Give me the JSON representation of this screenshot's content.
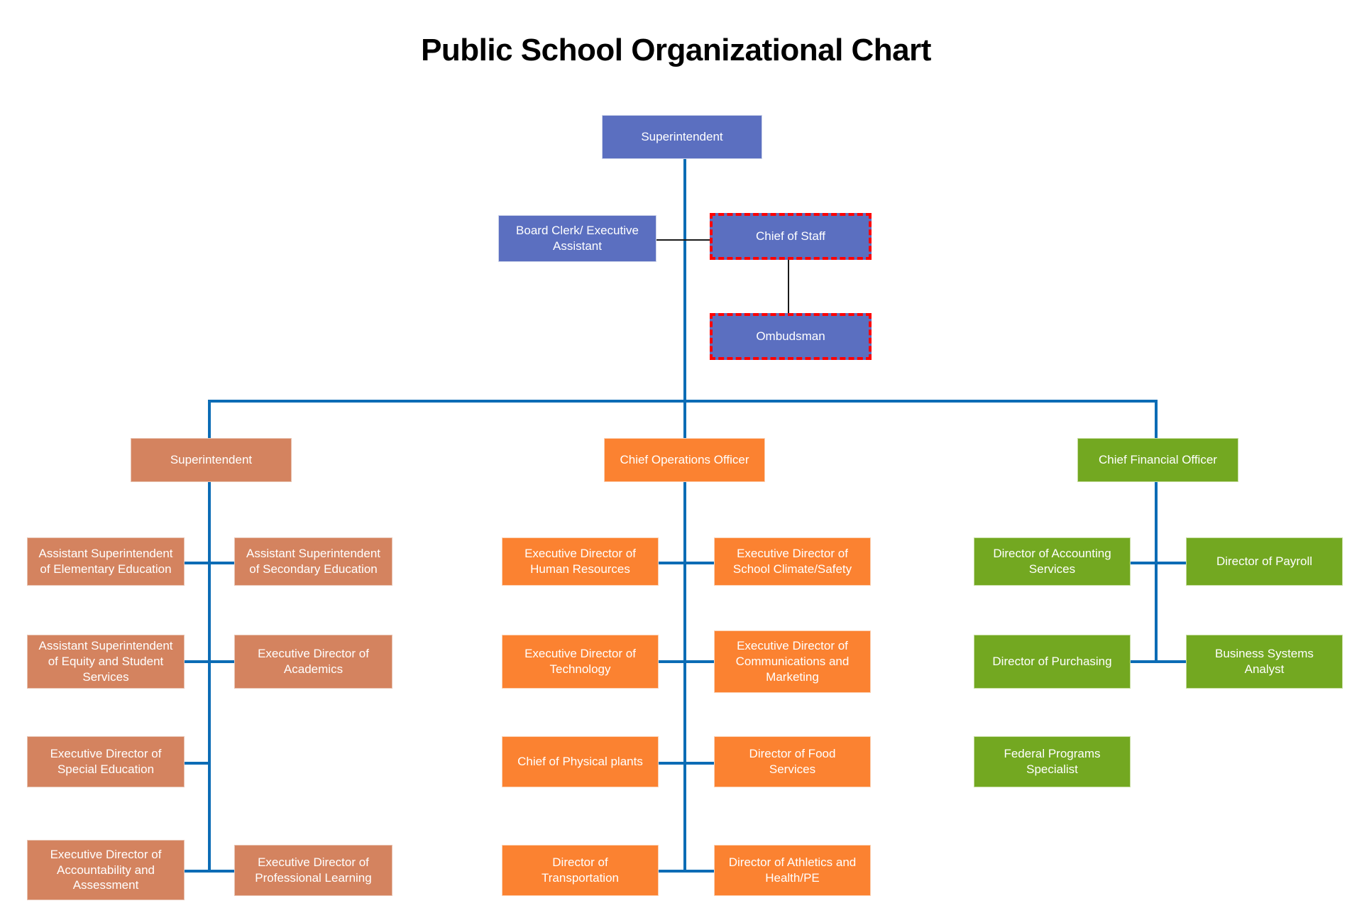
{
  "page": {
    "title": "Public School Organizational Chart",
    "background": "#ffffff"
  },
  "colors": {
    "blue": "#5b6fc0",
    "salmon": "#d4835f",
    "orange": "#fb8231",
    "green": "#73a821",
    "connector": "#0c6cb5",
    "connector_thin": "#1a1a1a",
    "highlight_dashed": "#ff0000",
    "node_text": "#ffffff",
    "title_text": "#000000"
  },
  "chart_data": {
    "type": "diagram",
    "title": "Public School Organizational Chart",
    "nodes": [
      {
        "id": "superintendent-top",
        "label": "Superintendent",
        "color": "blue",
        "flagged": false
      },
      {
        "id": "board-clerk",
        "label": "Board Clerk/ Executive\nAssistant",
        "color": "blue",
        "flagged": false
      },
      {
        "id": "chief-of-staff",
        "label": "Chief of Staff",
        "color": "blue",
        "flagged": true
      },
      {
        "id": "ombudsman",
        "label": "Ombudsman",
        "color": "blue",
        "flagged": true
      },
      {
        "id": "superintendent-branch",
        "label": "Superintendent",
        "color": "salmon",
        "flagged": false
      },
      {
        "id": "chief-operations-officer",
        "label": "Chief Operations Officer",
        "color": "orange",
        "flagged": false
      },
      {
        "id": "chief-financial-officer",
        "label": "Chief Financial Officer",
        "color": "green",
        "flagged": false
      },
      {
        "id": "asst-supt-elementary",
        "label": "Assistant Superintendent\nof Elementary Education",
        "color": "salmon",
        "flagged": false
      },
      {
        "id": "asst-supt-secondary",
        "label": "Assistant Superintendent\nof Secondary Education",
        "color": "salmon",
        "flagged": false
      },
      {
        "id": "asst-supt-equity",
        "label": "Assistant Superintendent\nof Equity and Student\nServices",
        "color": "salmon",
        "flagged": false
      },
      {
        "id": "exec-dir-academics",
        "label": "Executive Director of\nAcademics",
        "color": "salmon",
        "flagged": false
      },
      {
        "id": "exec-dir-special-education",
        "label": "Executive Director of\nSpecial Education",
        "color": "salmon",
        "flagged": false
      },
      {
        "id": "exec-dir-accountability",
        "label": "Executive Director of\nAccountability  and\nAssessment",
        "color": "salmon",
        "flagged": false
      },
      {
        "id": "exec-dir-professional-learning",
        "label": "Executive Director of\nProfessional Learning",
        "color": "salmon",
        "flagged": false
      },
      {
        "id": "exec-dir-human-resources",
        "label": "Executive Director of\nHuman Resources",
        "color": "orange",
        "flagged": false
      },
      {
        "id": "exec-dir-school-climate",
        "label": "Executive Director of\nSchool Climate/Safety",
        "color": "orange",
        "flagged": false
      },
      {
        "id": "exec-dir-technology",
        "label": "Executive Director of\nTechnology",
        "color": "orange",
        "flagged": false
      },
      {
        "id": "exec-dir-communications",
        "label": "Executive Director of\nCommunications and\nMarketing",
        "color": "orange",
        "flagged": false
      },
      {
        "id": "chief-physical-plants",
        "label": "Chief  of Physical plants",
        "color": "orange",
        "flagged": false
      },
      {
        "id": "director-food-services",
        "label": "Director of Food\nServices",
        "color": "orange",
        "flagged": false
      },
      {
        "id": "director-transportation",
        "label": "Director of\nTransportation",
        "color": "orange",
        "flagged": false
      },
      {
        "id": "director-athletics",
        "label": "Director of Athletics and\nHealth/PE",
        "color": "orange",
        "flagged": false
      },
      {
        "id": "director-accounting",
        "label": "Director of Accounting\nServices",
        "color": "green",
        "flagged": false
      },
      {
        "id": "director-payroll",
        "label": "Director of Payroll",
        "color": "green",
        "flagged": false
      },
      {
        "id": "director-purchasing",
        "label": "Director of Purchasing",
        "color": "green",
        "flagged": false
      },
      {
        "id": "business-systems-analyst",
        "label": "Business Systems\nAnalyst",
        "color": "green",
        "flagged": false
      },
      {
        "id": "federal-programs-specialist",
        "label": "Federal Programs\nSpecialist",
        "color": "green",
        "flagged": false
      }
    ],
    "edges": [
      {
        "from": "superintendent-top",
        "to": "chief-of-staff"
      },
      {
        "from": "board-clerk",
        "to": "chief-of-staff"
      },
      {
        "from": "chief-of-staff",
        "to": "ombudsman"
      },
      {
        "from": "superintendent-top",
        "to": "superintendent-branch"
      },
      {
        "from": "superintendent-top",
        "to": "chief-operations-officer"
      },
      {
        "from": "superintendent-top",
        "to": "chief-financial-officer"
      },
      {
        "from": "superintendent-branch",
        "to": "asst-supt-elementary"
      },
      {
        "from": "superintendent-branch",
        "to": "asst-supt-secondary"
      },
      {
        "from": "superintendent-branch",
        "to": "asst-supt-equity"
      },
      {
        "from": "superintendent-branch",
        "to": "exec-dir-academics"
      },
      {
        "from": "superintendent-branch",
        "to": "exec-dir-special-education"
      },
      {
        "from": "superintendent-branch",
        "to": "exec-dir-accountability"
      },
      {
        "from": "superintendent-branch",
        "to": "exec-dir-professional-learning"
      },
      {
        "from": "chief-operations-officer",
        "to": "exec-dir-human-resources"
      },
      {
        "from": "chief-operations-officer",
        "to": "exec-dir-school-climate"
      },
      {
        "from": "chief-operations-officer",
        "to": "exec-dir-technology"
      },
      {
        "from": "chief-operations-officer",
        "to": "exec-dir-communications"
      },
      {
        "from": "chief-operations-officer",
        "to": "chief-physical-plants"
      },
      {
        "from": "chief-operations-officer",
        "to": "director-food-services"
      },
      {
        "from": "chief-operations-officer",
        "to": "director-transportation"
      },
      {
        "from": "chief-operations-officer",
        "to": "director-athletics"
      },
      {
        "from": "chief-financial-officer",
        "to": "director-accounting"
      },
      {
        "from": "chief-financial-officer",
        "to": "director-payroll"
      },
      {
        "from": "chief-financial-officer",
        "to": "director-purchasing"
      },
      {
        "from": "chief-financial-officer",
        "to": "business-systems-analyst"
      }
    ]
  }
}
